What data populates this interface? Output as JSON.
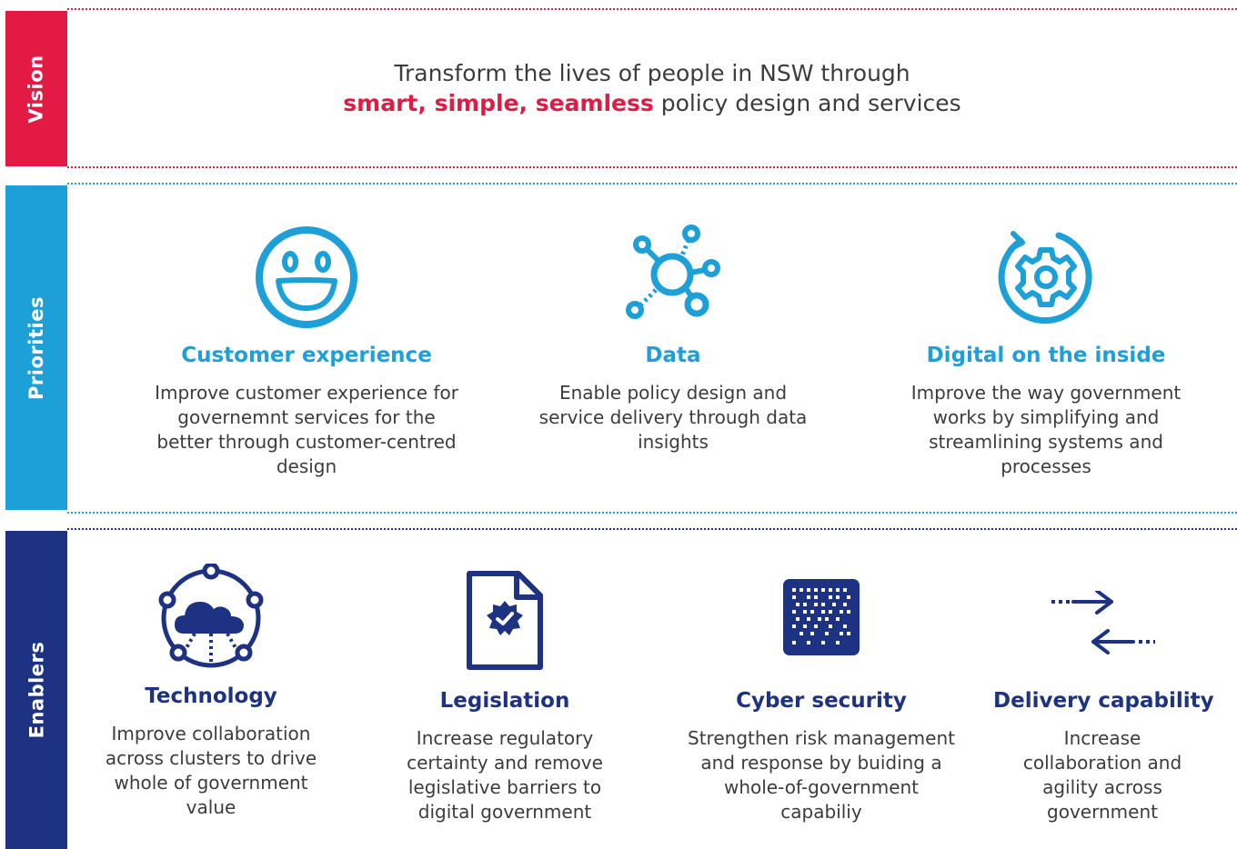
{
  "vision": {
    "label": "Vision",
    "line1": "Transform the lives of people in NSW through",
    "highlight": "smart, simple, seamless",
    "line2_rest": " policy design and services"
  },
  "priorities": {
    "label": "Priorities",
    "items": [
      {
        "icon": "smiley-face-icon",
        "title": "Customer experience",
        "desc": "Improve customer experience for governemnt services for the better through customer-centred design"
      },
      {
        "icon": "data-network-icon",
        "title": "Data",
        "desc": "Enable policy design and service delivery through data insights"
      },
      {
        "icon": "gear-refresh-icon",
        "title": "Digital on the inside",
        "desc": "Improve the way government works by simplifying and streamlining systems and processes"
      }
    ]
  },
  "enablers": {
    "label": "Enablers",
    "items": [
      {
        "icon": "cloud-network-icon",
        "title": "Technology",
        "desc": "Improve collaboration across clusters to drive whole of government value"
      },
      {
        "icon": "certified-document-icon",
        "title": "Legislation",
        "desc": "Increase regulatory certainty and remove legislative barriers to digital government"
      },
      {
        "icon": "cyber-grid-icon",
        "title": "Cyber security",
        "desc": "Strengthen risk management and response by buiding a whole-of-government capabiliy"
      },
      {
        "icon": "exchange-arrows-icon",
        "title": "Delivery capability",
        "desc": "Increase collaboration and agility across government"
      }
    ]
  },
  "colors": {
    "vision": "#e31a43",
    "priorities": "#1d9fd8",
    "enablers": "#1d3282"
  }
}
